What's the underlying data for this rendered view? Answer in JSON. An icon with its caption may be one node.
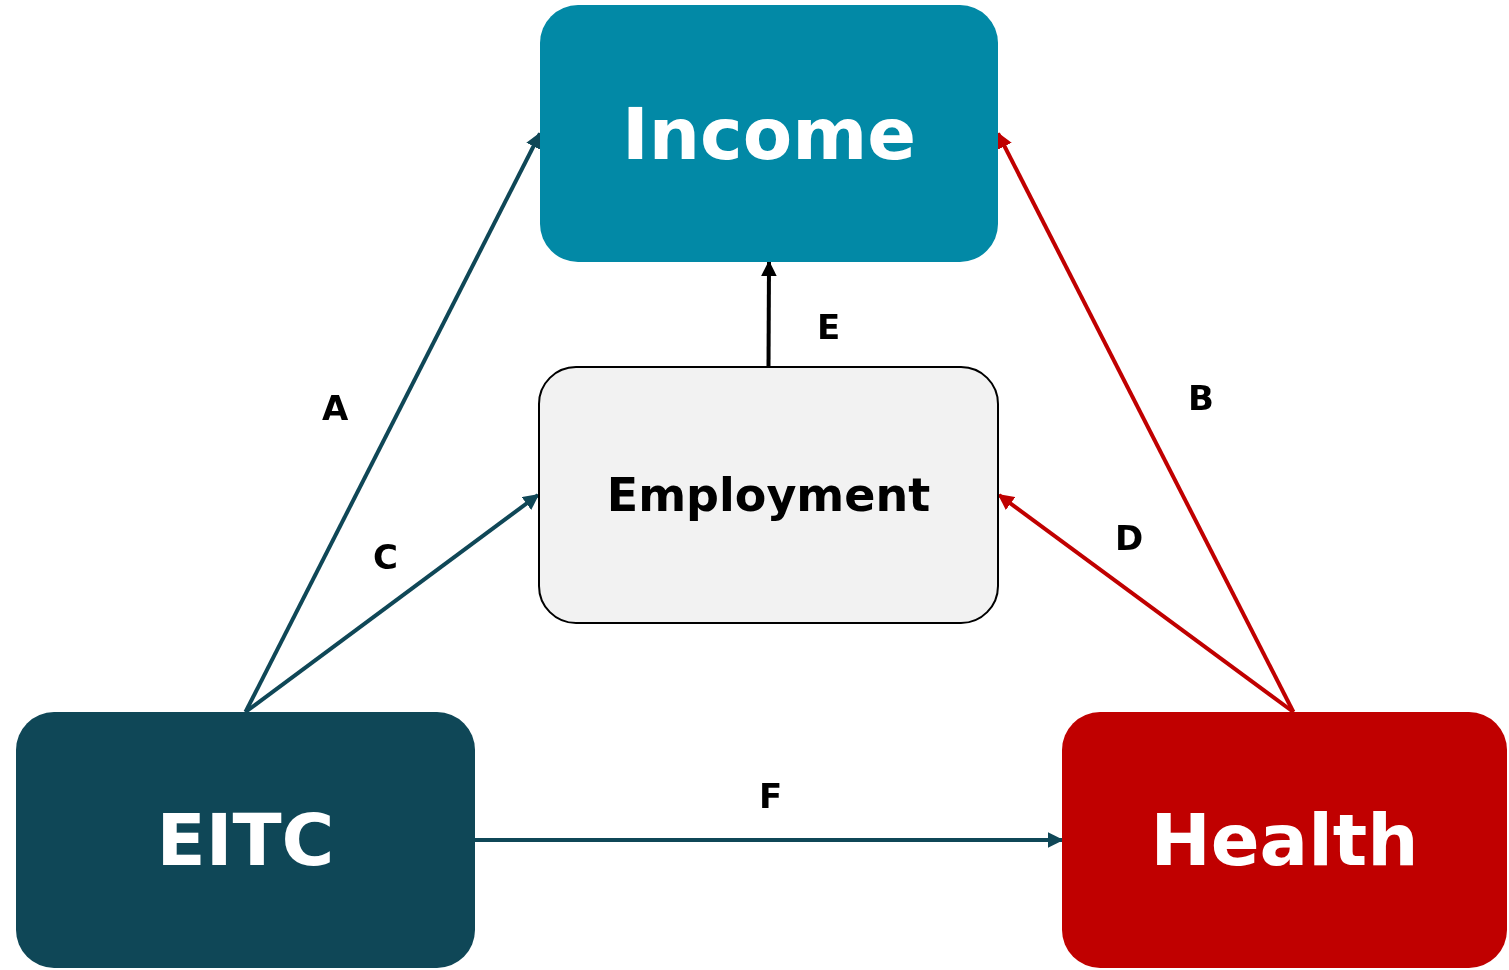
{
  "diagram": {
    "nodes": [
      {
        "text": [
          "Income"
        ]
      },
      {
        "text": [
          "Employment"
        ]
      },
      {
        "text": [
          "EITC"
        ]
      },
      {
        "text": [
          "Health"
        ]
      }
    ],
    "edges": [
      {
        "from": 2,
        "to": 0,
        "arrow": "to",
        "label": "A",
        "color": "#0f4757"
      },
      {
        "from": 3,
        "to": 0,
        "arrow": "to",
        "label": "B",
        "color": "#c00000"
      },
      {
        "from": 2,
        "to": 1,
        "arrow": "to",
        "label": "C",
        "color": "#0f4757"
      },
      {
        "from": 3,
        "to": 1,
        "arrow": "to",
        "label": "D",
        "color": "#c00000"
      },
      {
        "from": 1,
        "to": 0,
        "arrow": "to",
        "label": "E",
        "color": "#000000"
      },
      {
        "from": 2,
        "to": 3,
        "arrow": "to",
        "label": "F",
        "color": "#0f4757"
      }
    ]
  }
}
